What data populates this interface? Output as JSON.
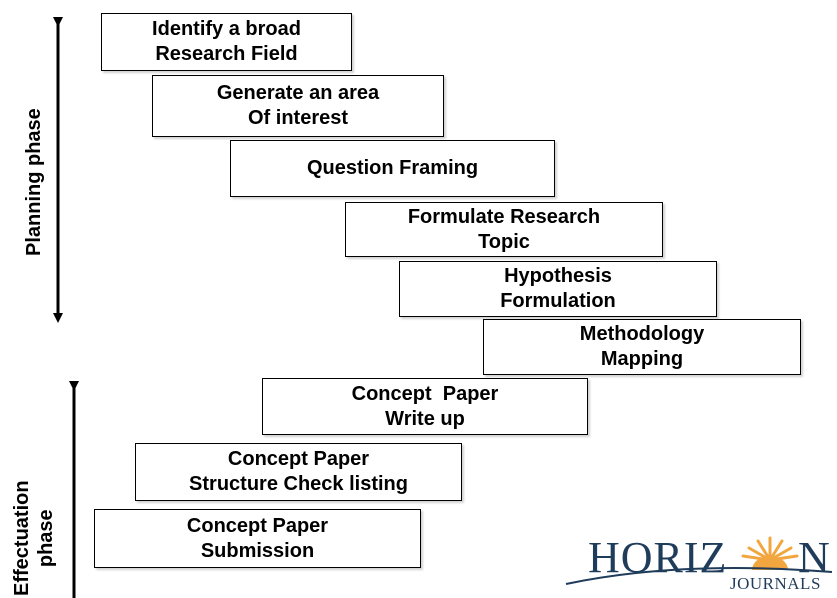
{
  "steps": [
    {
      "line1": "Identify a broad",
      "line2": "Research Field"
    },
    {
      "line1": "Generate an area",
      "line2": "Of interest"
    },
    {
      "line1": "Question Framing",
      "line2": ""
    },
    {
      "line1": "Formulate Research",
      "line2": "Topic"
    },
    {
      "line1": "Hypothesis",
      "line2": "Formulation"
    },
    {
      "line1": "Methodology",
      "line2": "Mapping"
    },
    {
      "line1": "Concept  Paper",
      "line2": "Write up"
    },
    {
      "line1": "Concept Paper",
      "line2": "Structure Check listing"
    },
    {
      "line1": "Concept Paper",
      "line2": "Submission"
    }
  ],
  "phases": {
    "planning": "Planning phase",
    "effectuation_line1": "Effectuation",
    "effectuation_line2": "phase"
  },
  "logo": {
    "name_part1": "HORIZ",
    "name_part2": "N",
    "tagline": "JOURNALS",
    "colors": {
      "navy": "#1f3c5b",
      "sun": "#f2a640"
    }
  }
}
